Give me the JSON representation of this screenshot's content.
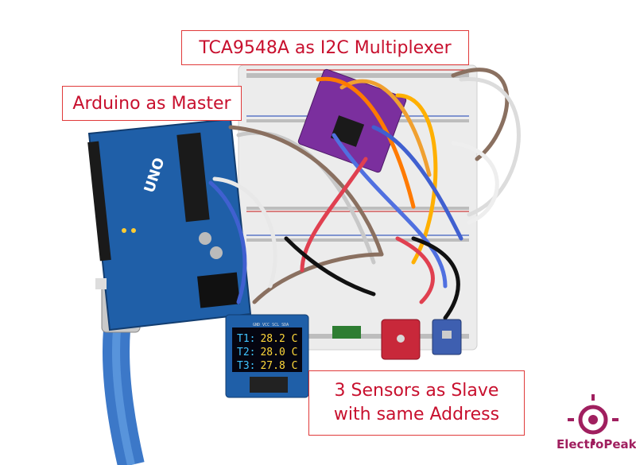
{
  "callouts": {
    "multiplexer": "TCA9548A as I2C Multiplexer",
    "master": "Arduino as Master",
    "slaves_line1": "3 Sensors as Slave",
    "slaves_line2": "with same Address"
  },
  "oled": {
    "header": "GND VCC SCL SDA",
    "rows": [
      {
        "label": "T1:",
        "value": "28.2 C"
      },
      {
        "label": "T2:",
        "value": "28.0 C"
      },
      {
        "label": "T3:",
        "value": "27.8 C"
      }
    ]
  },
  "board": {
    "label": "UNO"
  },
  "brand": {
    "name": "ElectroPeak",
    "color": "#a01f5f"
  },
  "colors": {
    "callout_text": "#c8102e",
    "callout_border": "#e03a3a",
    "arduino_blue": "#1f5fa8",
    "mux_purple": "#7b2f9e",
    "sensor_red": "#c8283a",
    "sensor_blue": "#3e5fb0"
  }
}
